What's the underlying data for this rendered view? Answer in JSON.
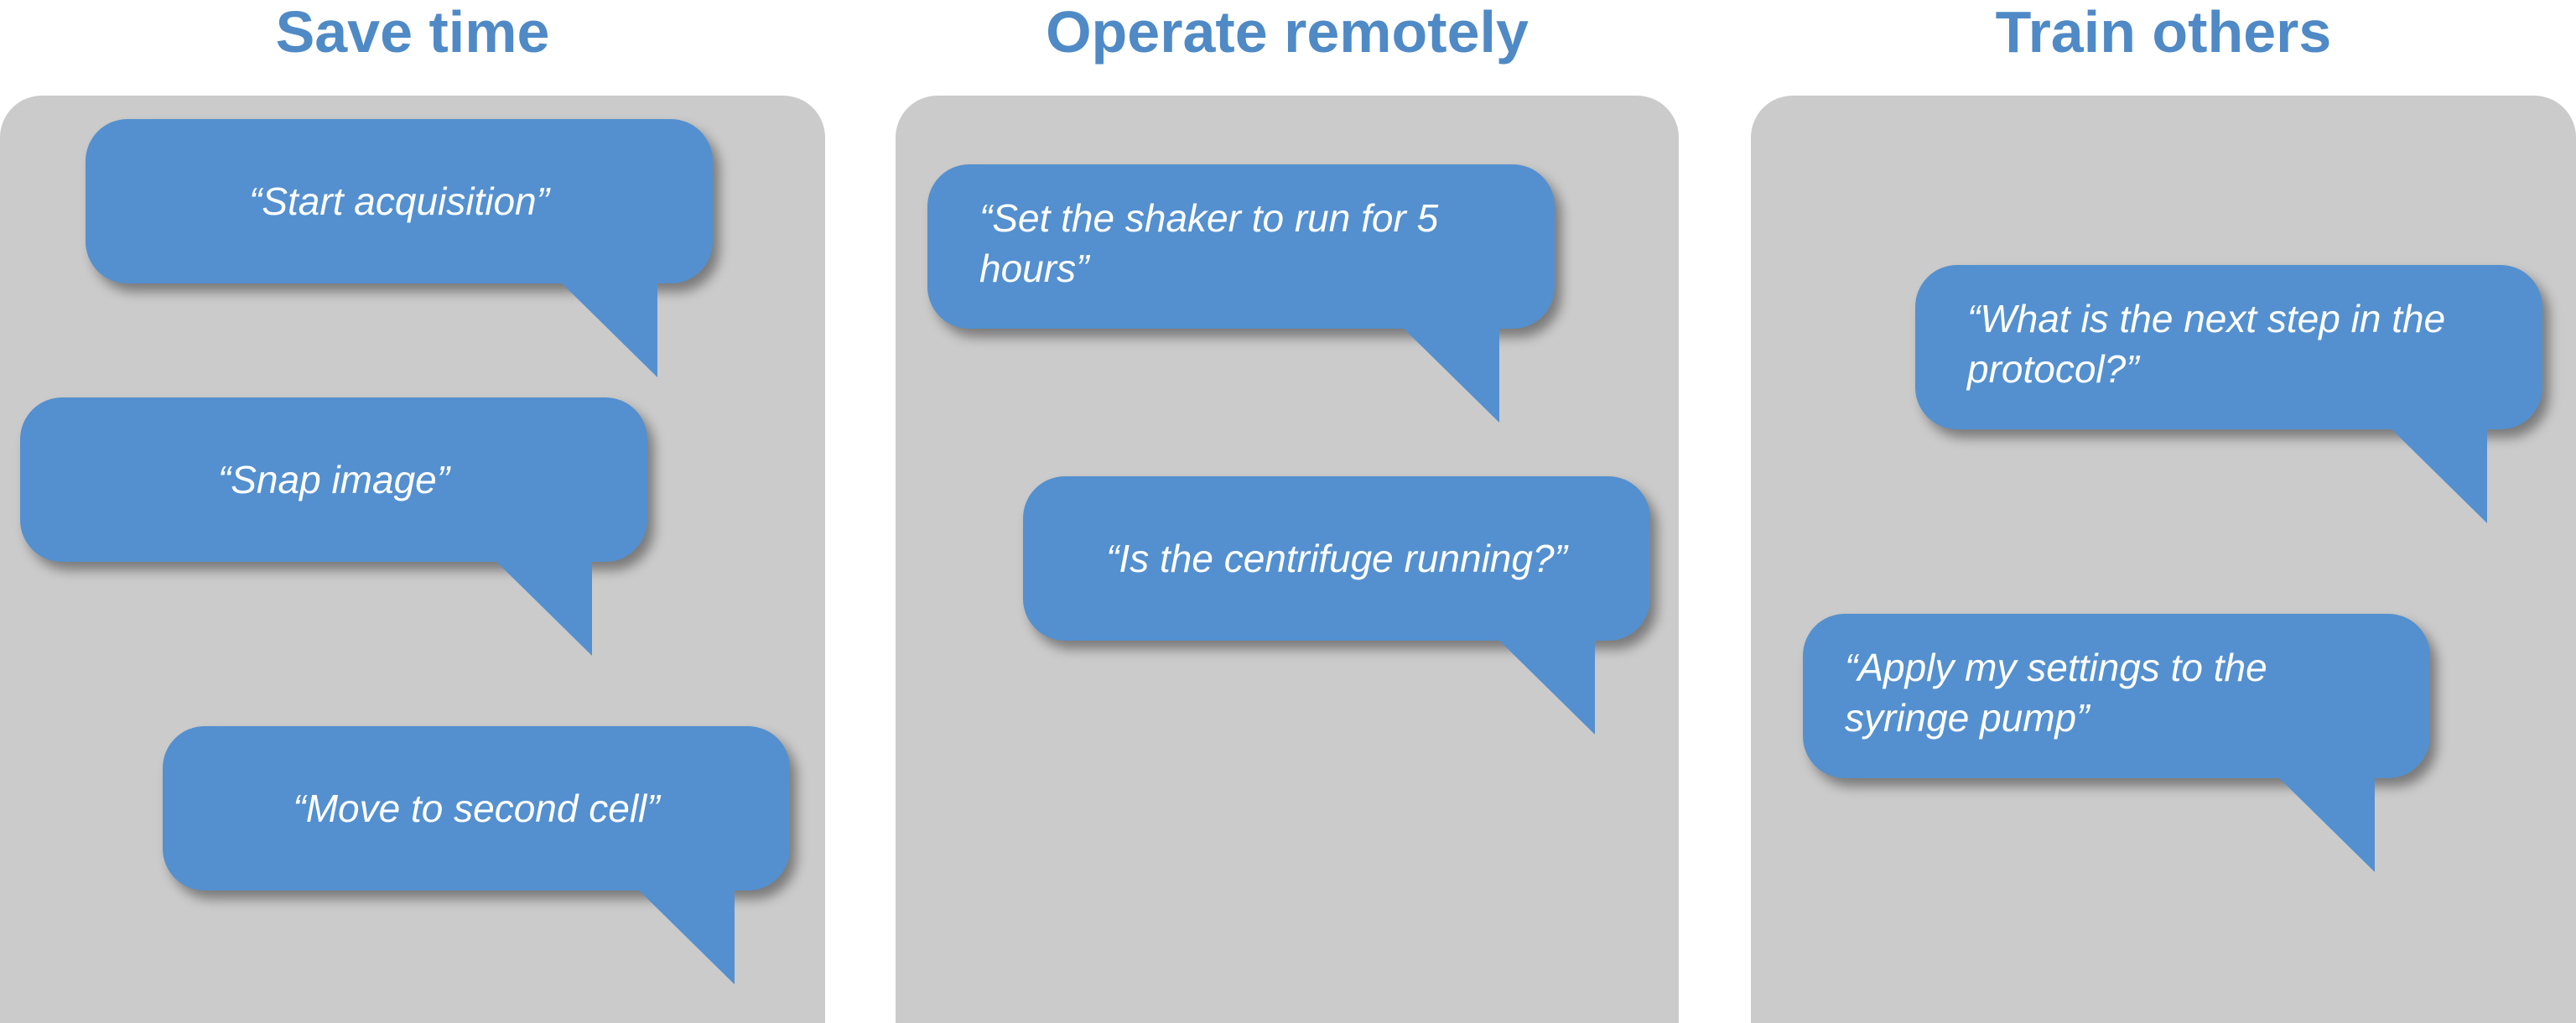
{
  "colors": {
    "heading": "#4f8ac6",
    "panel": "#cbcbcb",
    "bubble": "#5490cf",
    "bubble_text": "#ffffff",
    "background": "#ffffff"
  },
  "columns": [
    {
      "heading": "Save time",
      "bubbles": [
        {
          "text": "“Start acquisition”"
        },
        {
          "text": "“Snap image”"
        },
        {
          "text": "“Move to second cell”"
        }
      ]
    },
    {
      "heading": "Operate remotely",
      "bubbles": [
        {
          "line1": "“Set the shaker to run for 5",
          "line2": "hours”"
        },
        {
          "text": "“Is the centrifuge running?”"
        }
      ]
    },
    {
      "heading": "Train others",
      "bubbles": [
        {
          "line1": "“What is the next step in the",
          "line2": "protocol?”"
        },
        {
          "line1": "“Apply my settings to the",
          "line2": "syringe pump”"
        }
      ]
    }
  ]
}
